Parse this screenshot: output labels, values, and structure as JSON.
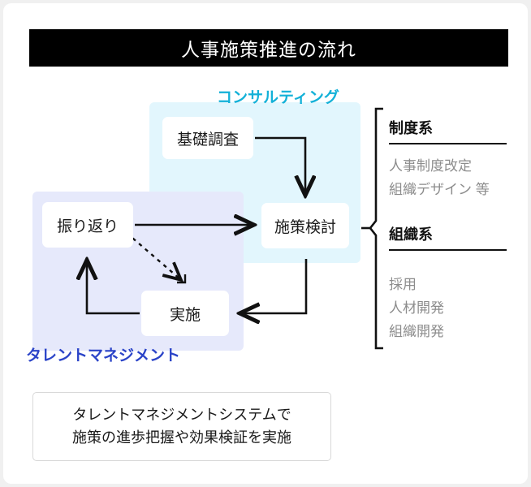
{
  "title": "人事施策推進の流れ",
  "groups": {
    "consulting": {
      "label": "コンサルティング",
      "color": "#13b1d8",
      "panel_color": "#e2f6fd"
    },
    "talent": {
      "label": "タレントマネジメント",
      "color": "#2b44c8",
      "panel_color": "#e6e9fb"
    }
  },
  "nodes": {
    "research": "基礎調査",
    "plan": "施策検討",
    "review": "振り返り",
    "execute": "実施"
  },
  "categories": [
    {
      "heading": "制度系",
      "items": [
        "人事制度改定",
        "組織デザイン 等"
      ]
    },
    {
      "heading": "組織系",
      "items": [
        "採用",
        "人材開発",
        "組織開発"
      ]
    }
  ],
  "caption": {
    "line1": "タレントマネジメントシステムで",
    "line2": "施策の進歩把握や効果検証を実施"
  },
  "colors": {
    "title_bar_bg": "#000000",
    "title_text": "#ffffff",
    "item_text": "#8c8c8c",
    "heading_text": "#111111",
    "arrow": "#111111",
    "card_bg": "#ffffff",
    "page_bg": "#f0f0f0"
  }
}
